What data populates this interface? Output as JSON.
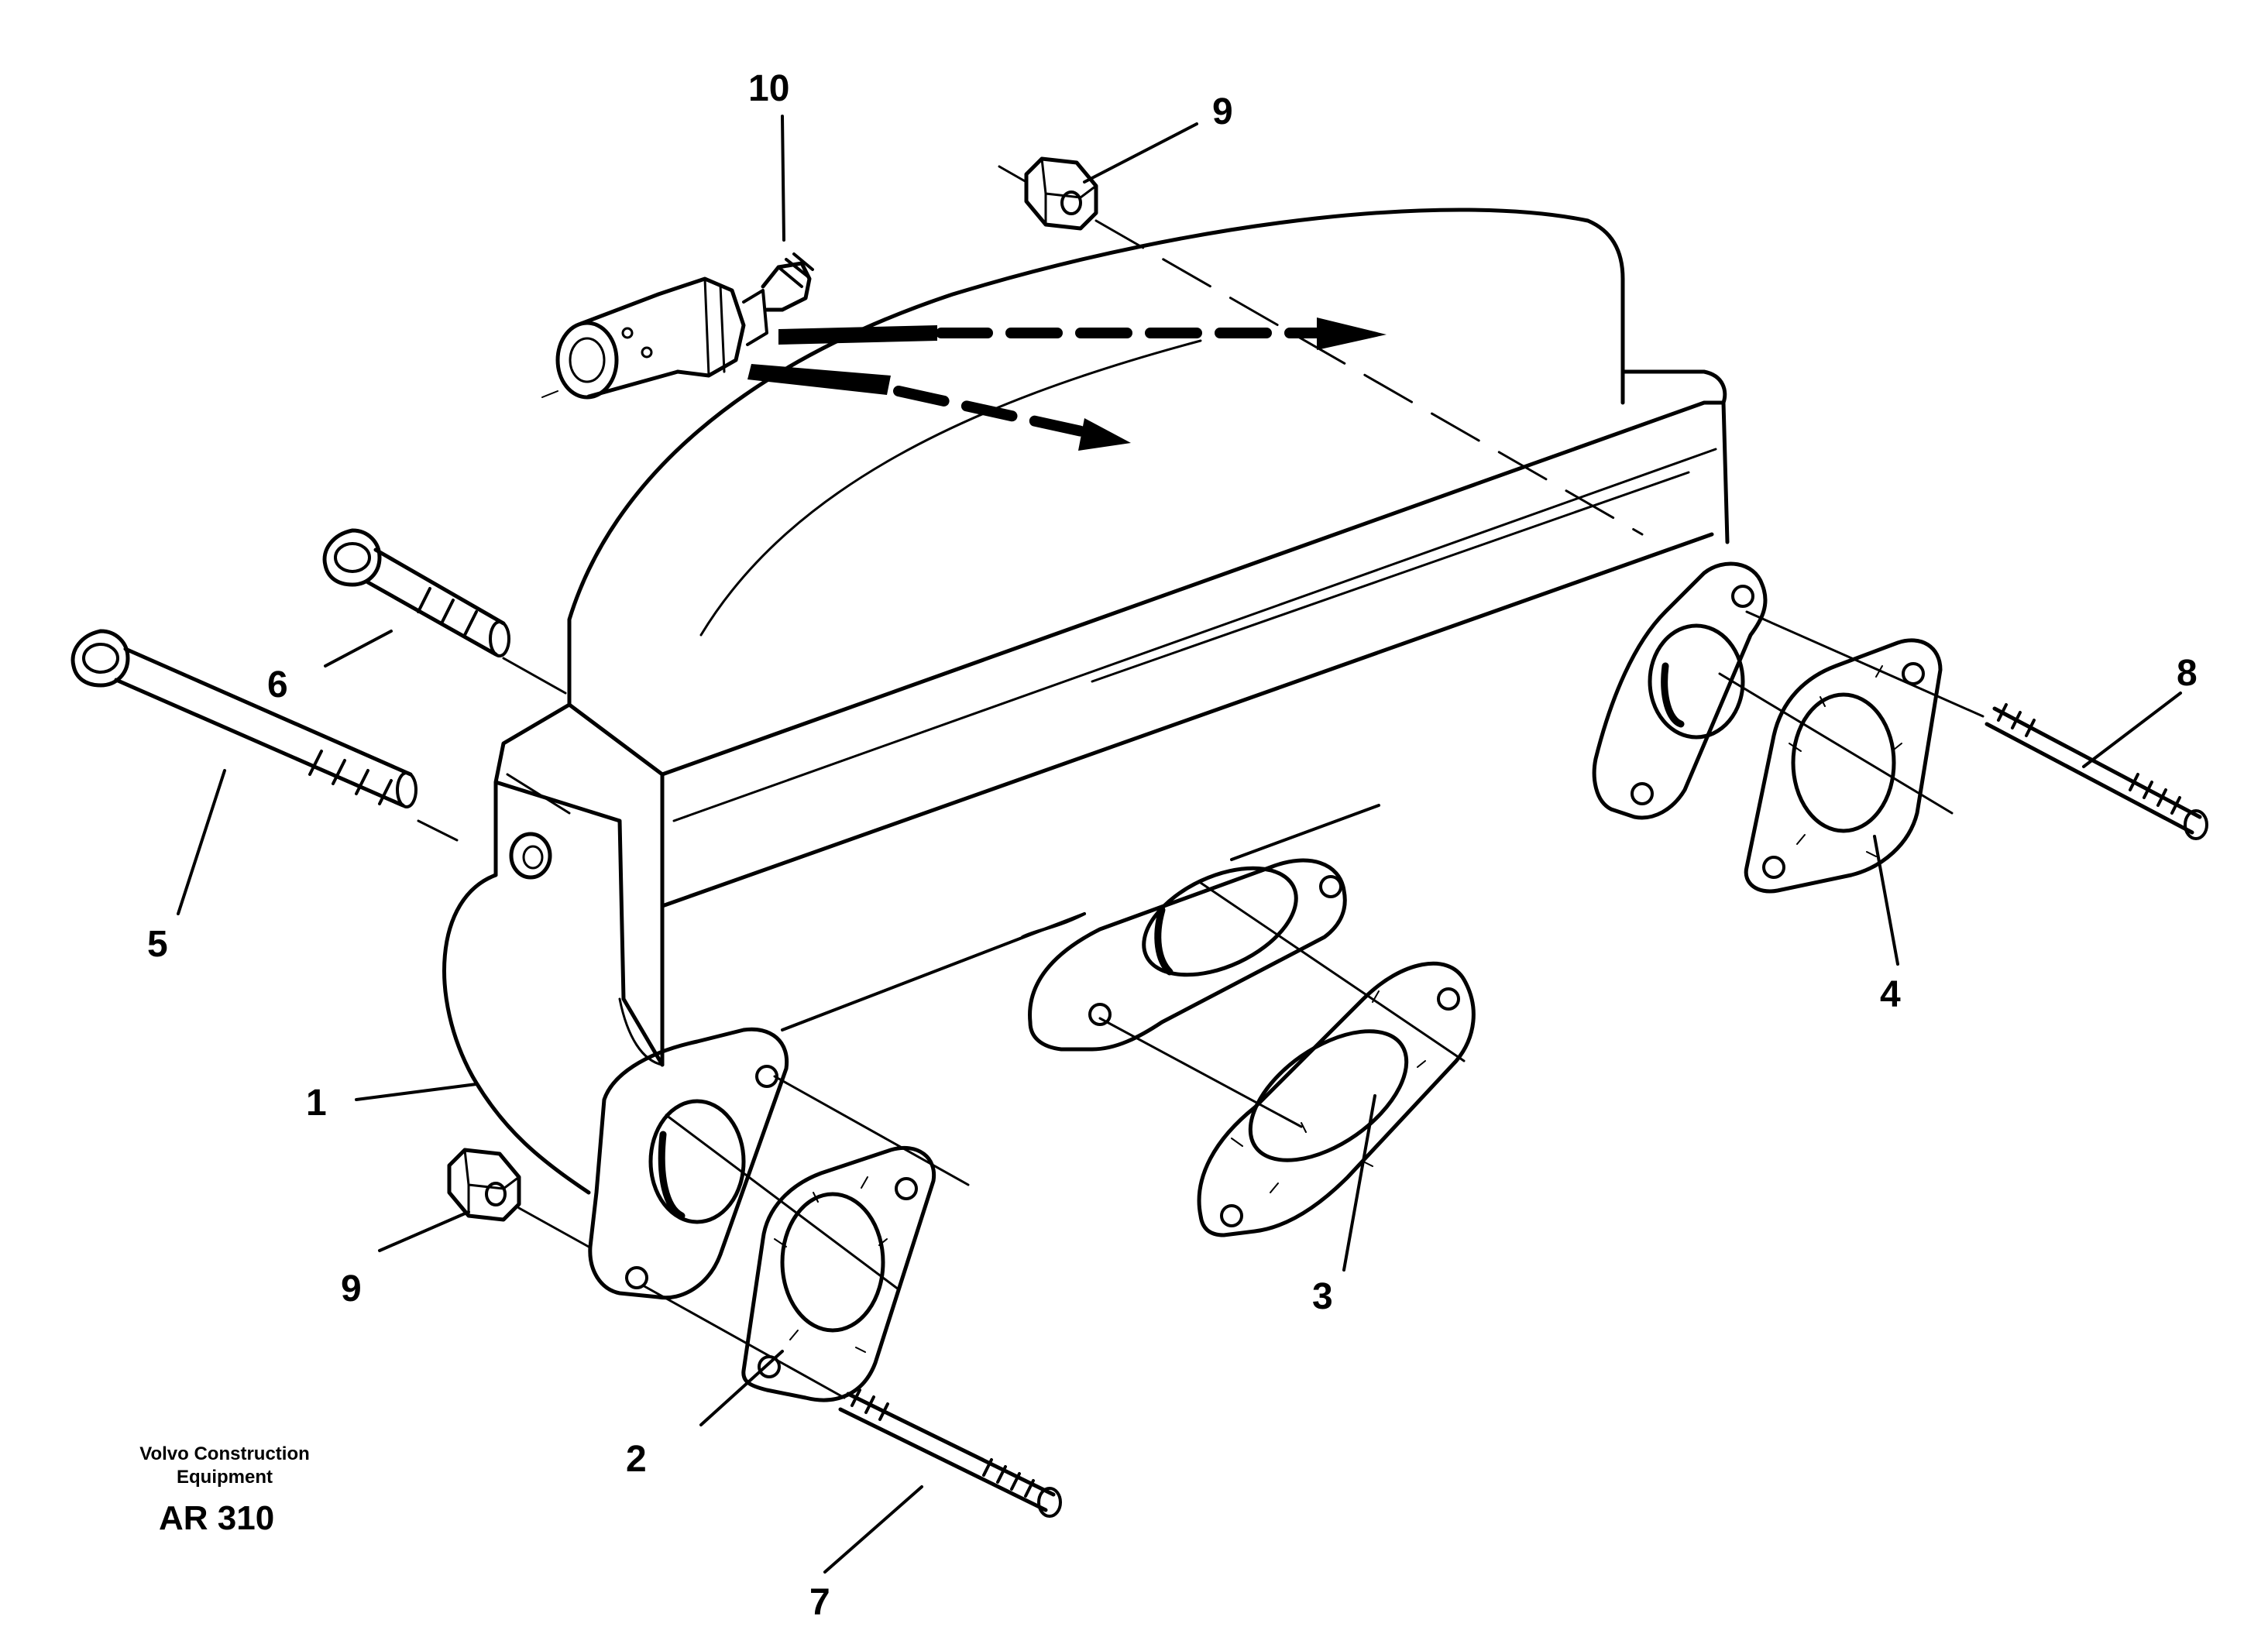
{
  "callouts": [
    {
      "id": "c1",
      "label": "1"
    },
    {
      "id": "c2",
      "label": "2"
    },
    {
      "id": "c3",
      "label": "3"
    },
    {
      "id": "c4",
      "label": "4"
    },
    {
      "id": "c5",
      "label": "5"
    },
    {
      "id": "c6",
      "label": "6"
    },
    {
      "id": "c7",
      "label": "7"
    },
    {
      "id": "c8",
      "label": "8"
    },
    {
      "id": "c9a",
      "label": "9"
    },
    {
      "id": "c9b",
      "label": "9"
    },
    {
      "id": "c10",
      "label": "10"
    }
  ],
  "footer": {
    "company_line1": "Volvo Construction",
    "company_line2": "Equipment",
    "code": "AR 310"
  }
}
